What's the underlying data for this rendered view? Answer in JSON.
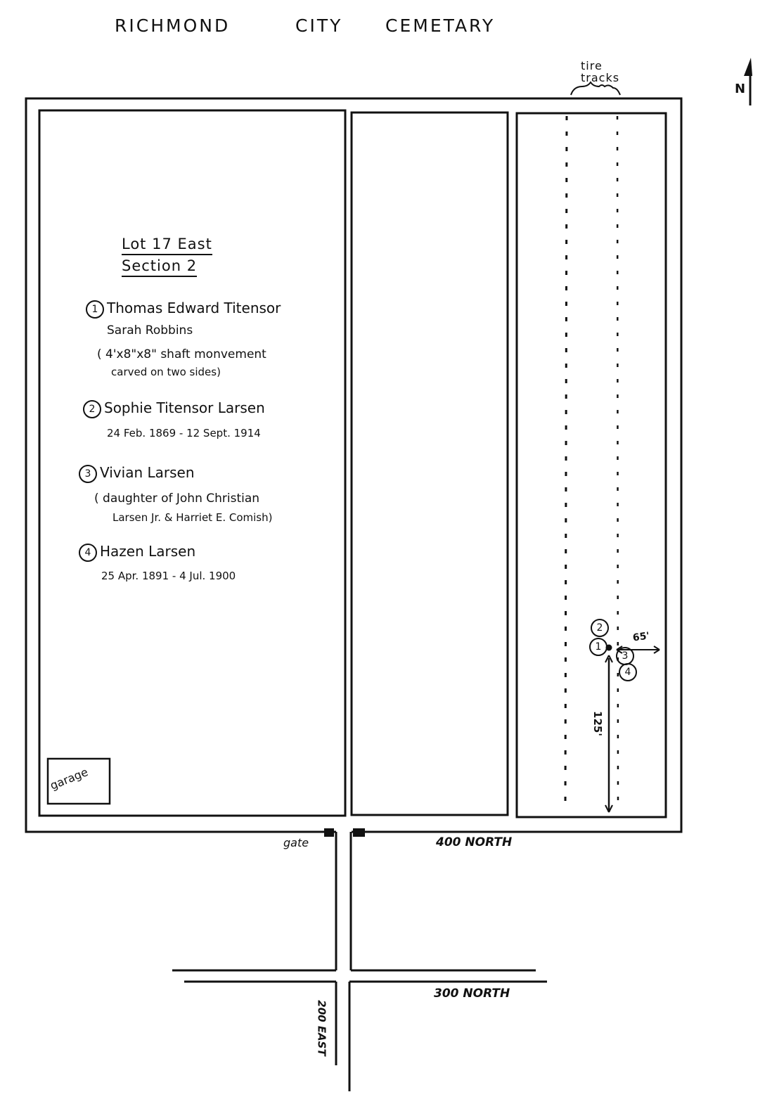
{
  "title": {
    "word1": "RICHMOND",
    "word2": "CITY",
    "word3": "CEMETARY"
  },
  "compass": {
    "label": "N"
  },
  "tire_tracks": {
    "line1": "tire",
    "line2": "tracks"
  },
  "legend": {
    "lot": "Lot 17 East",
    "section": "Section 2",
    "entries": [
      {
        "num": "1",
        "name": "Thomas Edward Titensor",
        "line2": "Sarah Robbins",
        "line3": "( 4'x8\"x8\" shaft monvement",
        "line4": "carved on two sides)"
      },
      {
        "num": "2",
        "name": "Sophie Titensor Larsen",
        "line2": "24 Feb. 1869 - 12 Sept. 1914"
      },
      {
        "num": "3",
        "name": "Vivian Larsen",
        "line2": "( daughter of John Christian",
        "line3": "Larsen Jr. & Harriet E. Comish)"
      },
      {
        "num": "4",
        "name": "Hazen Larsen",
        "line2": "25 Apr. 1891 - 4 Jul. 1900"
      }
    ]
  },
  "markers": {
    "m1": "1",
    "m2": "2",
    "m3": "3",
    "m4": "4"
  },
  "measurements": {
    "horizontal": "65'",
    "vertical": "125'"
  },
  "labels": {
    "garage": "garage",
    "gate": "gate",
    "street_400n": "400 NORTH",
    "street_300n": "300 NORTH",
    "street_200e": "200 EAST"
  }
}
